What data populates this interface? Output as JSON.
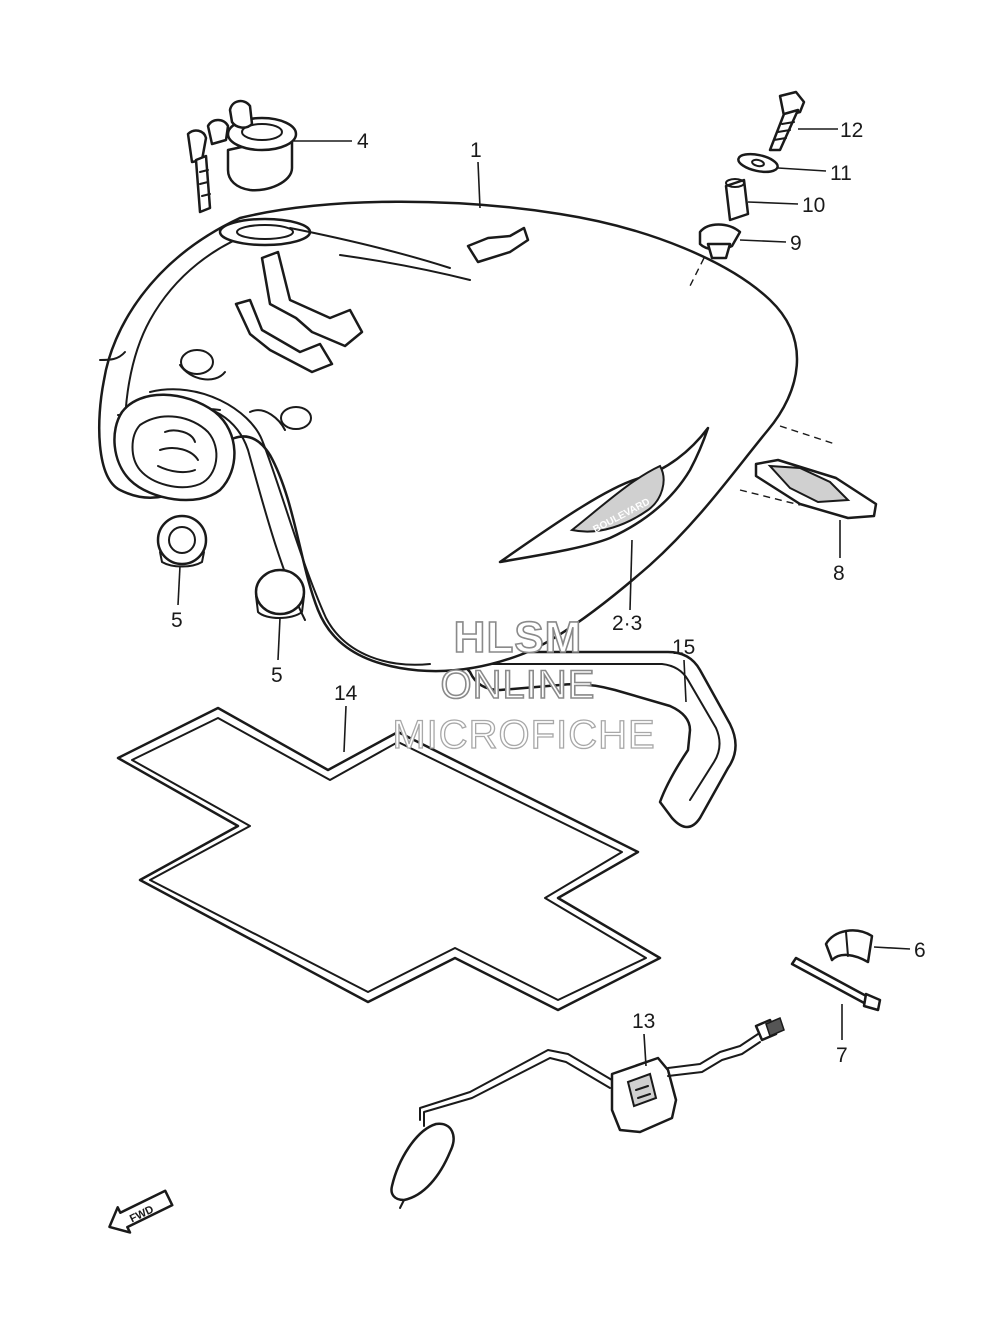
{
  "watermark": {
    "line1": "HLSM",
    "line2": "ONLINE",
    "line3": "MICROFICHE"
  },
  "fwd_arrow_label": "FWD",
  "callouts": {
    "c1": "1",
    "c2_3": "2·3",
    "c4": "4",
    "c5a": "5",
    "c5b": "5",
    "c6": "6",
    "c7": "7",
    "c8": "8",
    "c9": "9",
    "c10": "10",
    "c11": "11",
    "c12": "12",
    "c13": "13",
    "c14": "14",
    "c15": "15"
  }
}
